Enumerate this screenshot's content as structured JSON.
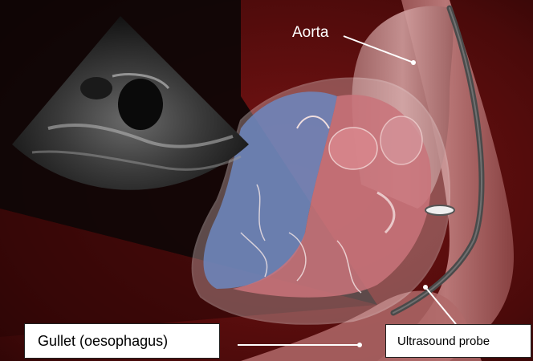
{
  "labels": {
    "aorta": "Aorta",
    "gullet": "Gullet (oesophagus)",
    "probe": "Ultrasound probe"
  },
  "colors": {
    "background_dark": "#5a0c0c",
    "background_black": "#0b0606",
    "heart_outline": "#e9d6d6",
    "right_heart_blue": "#6c87c0",
    "left_heart_red": "#c9737a",
    "oesophagus": "#b06a6a",
    "probe_cable": "#4a4a4a"
  },
  "icons": {
    "ultrasound_image": "echo-sector-icon",
    "heart": "heart-illustration-icon",
    "probe": "ultrasound-probe-icon"
  }
}
